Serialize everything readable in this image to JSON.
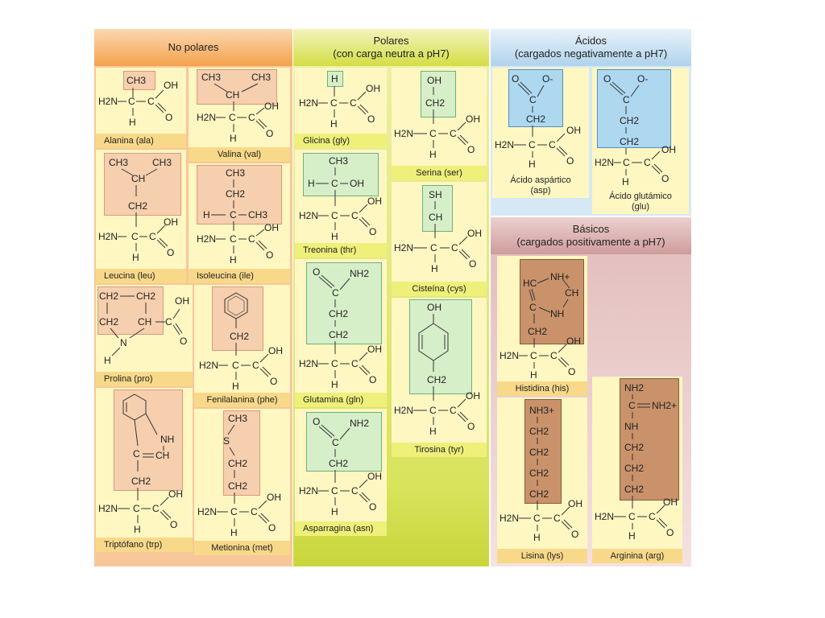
{
  "sections": {
    "nonpolar": {
      "title": "No polares",
      "color": "#f6ad5e"
    },
    "polar": {
      "title": "Polares",
      "subtitle": "(con carga neutra a pH7)",
      "color": "#c8d63a"
    },
    "acidic": {
      "title": "Ácidos",
      "subtitle": "(cargados negativamente a pH7)",
      "color": "#bcd9ec"
    },
    "basic": {
      "title": "Básicos",
      "subtitle": "(cargados positivamente a pH7)",
      "color": "#d8a7a7"
    }
  },
  "amino_acids": {
    "alanina": "Alanina (ala)",
    "valina": "Valina (val)",
    "leucina": "Leucina (leu)",
    "isoleucina": "Isoleucina (ile)",
    "prolina": "Prolina (pro)",
    "fenilalanina": "Fenilalanina (phe)",
    "triptofano": "Triptófano (trp)",
    "metionina": "Metionina (met)",
    "glicina": "Glicina (gly)",
    "serina": "Serina (ser)",
    "treonina": "Treonina (thr)",
    "cisteina": "Cisteína (cys)",
    "glutamina": "Glutamina (gln)",
    "tirosina": "Tirosina (tyr)",
    "asparragina": "Asparragina (asn)",
    "aspartico_1": "Ácido aspártico",
    "aspartico_2": "(asp)",
    "glutamico_1": "Ácido glutámico",
    "glutamico_2": "(glu)",
    "histidina": "Histidina (his)",
    "lisina": "Lisina (lys)",
    "arginina": "Arginina (arg)"
  },
  "groups": {
    "alanina": [
      "CH3"
    ],
    "valina": [
      "CH3",
      "CH3",
      "CH"
    ],
    "leucina": [
      "CH3",
      "CH3",
      "CH",
      "CH2"
    ],
    "isoleucina": [
      "CH3",
      "CH2",
      "H",
      "C",
      "CH3"
    ],
    "prolina": [
      "CH2",
      "CH2",
      "CH2",
      "N",
      "H",
      "CH"
    ],
    "fenilalanina": [
      "CH2"
    ],
    "triptofano": [
      "NH",
      "C",
      "CH",
      "CH2"
    ],
    "metionina": [
      "CH3",
      "S",
      "CH2",
      "CH2"
    ],
    "glicina": [
      "H"
    ],
    "serina": [
      "OH",
      "CH2"
    ],
    "treonina": [
      "CH3",
      "H",
      "C",
      "OH"
    ],
    "cisteina": [
      "SH",
      "CH"
    ],
    "glutamina": [
      "O",
      "C",
      "NH2",
      "CH2",
      "CH2"
    ],
    "tirosina": [
      "OH",
      "CH2"
    ],
    "asparragina": [
      "O",
      "C",
      "NH2",
      "CH2"
    ],
    "aspartico": [
      "O",
      "C",
      "O-",
      "CH2"
    ],
    "glutamico": [
      "O",
      "C",
      "O-",
      "CH2",
      "CH2"
    ],
    "histidina": [
      "HC",
      "NH+",
      "C",
      "CH",
      "NH",
      "CH2"
    ],
    "lisina": [
      "NH3+",
      "CH2",
      "CH2",
      "CH2",
      "CH2"
    ],
    "arginina": [
      "NH2",
      "C",
      "NH2+",
      "NH",
      "CH2",
      "CH2",
      "CH2"
    ]
  },
  "backbone": {
    "amine": "H2N",
    "alpha": "C",
    "h": "H",
    "carbonyl": "C",
    "oh": "OH",
    "o": "O"
  }
}
